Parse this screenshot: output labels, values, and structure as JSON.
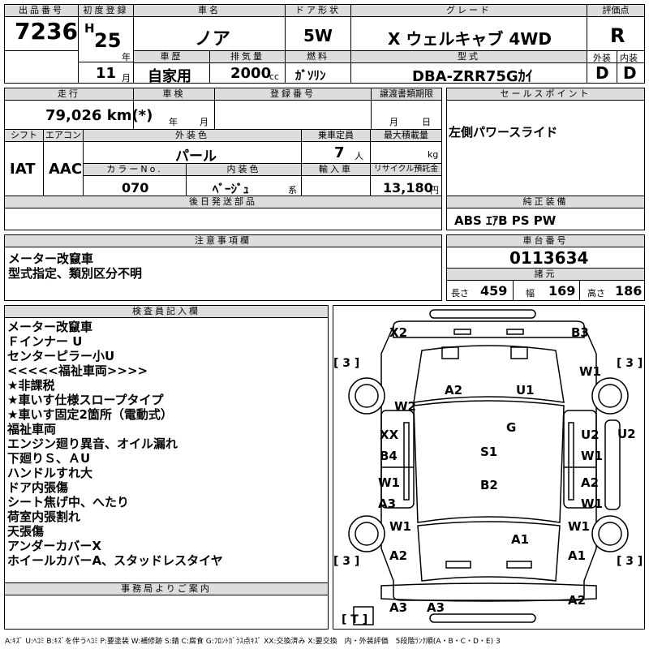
{
  "header": {
    "lot_label": "出品番号",
    "lot": "7236",
    "first_reg_label": "初度登録",
    "era": "H",
    "year": "25",
    "year_unit": "年",
    "month": "11",
    "month_unit": "月",
    "carname_label": "車名",
    "carname": "ノア",
    "doors_label": "ドア形状",
    "doors": "5W",
    "grade_label": "グレード",
    "grade": "X ウェルキャブ 4WD",
    "history_label": "車歴",
    "history": "自家用",
    "displacement_label": "排気量",
    "displacement": "2000",
    "cc": "cc",
    "fuel_label": "燃料",
    "fuel": "ｶﾞｿﾘﾝ",
    "model_label": "型式",
    "model": "DBA-ZRR75Gｶｲ",
    "score_label": "評価点",
    "score": "R",
    "ext_label": "外装",
    "ext": "D",
    "int_label": "内装",
    "int": "D"
  },
  "details": {
    "mileage_label": "走行",
    "mileage": "79,026 km(*)",
    "inspection_label": "車検",
    "insp_year": "年",
    "insp_month": "月",
    "regno_label": "登録番号",
    "transfer_label": "譲渡書類期限",
    "transfer_month": "月",
    "transfer_day": "日",
    "shift_label": "シフト",
    "shift": "IAT",
    "ac_label": "エアコン",
    "ac": "AAC",
    "color_label": "外装色",
    "color": "パール",
    "capacity_label": "乗車定員",
    "capacity": "7",
    "capacity_unit": "人",
    "maxload_label": "最大積載量",
    "maxload_unit": "kg",
    "colorno_label": "カラーNo.",
    "colorno": "070",
    "interior_label": "内装色",
    "interior": "ﾍﾞｰｼﾞｭ",
    "interior_unit": "系",
    "import_label": "輸入車",
    "recycle_label": "リサイクル預託金",
    "recycle": "13,180",
    "recycle_unit": "円",
    "later_label": "後日発送部品",
    "sales_label": "セールスポイント",
    "sales": "左側パワースライド",
    "equip_label": "純正装備",
    "equip": "ABS ｴｱB PS PW"
  },
  "caution": {
    "label": "注意事項欄",
    "lines": [
      "メーター改竄車",
      "型式指定、類別区分不明"
    ]
  },
  "chassis": {
    "label": "車台番号",
    "number": "0113634",
    "spec_label": "諸元",
    "length_label": "長さ",
    "length": "459",
    "width_label": "幅",
    "width": "169",
    "height_label": "高さ",
    "height": "186"
  },
  "inspector": {
    "label": "検査員記入欄",
    "lines": [
      "メーター改竄車",
      "Ｆインナー U",
      "センターピラー小U",
      "<<<<<福祉車両>>>>",
      "★非課税",
      "★車いす仕様スロープタイプ",
      "★車いす固定2箇所（電動式）",
      "福祉車両",
      "エンジン廻り異音、オイル漏れ",
      "下廻りＳ、ＡU",
      "ハンドルすれ大",
      "ドア内張傷",
      "シート焦げ中、へたり",
      "荷室内張割れ",
      "天張傷",
      "アンダーカバーX",
      "ホイールカバーA、スタッドレスタイヤ"
    ]
  },
  "office": {
    "label": "事務局よりご案内"
  },
  "diagram": {
    "marks": [
      "X2",
      "B3",
      "W1",
      "W2",
      "A2",
      "U1",
      "G",
      "XX",
      "B4",
      "U2",
      "W1",
      "S1",
      "U2",
      "W1",
      "B2",
      "A2",
      "W1",
      "A3",
      "W1",
      "A3",
      "W1",
      "A1",
      "A2",
      "A1",
      "A3",
      "A2"
    ],
    "tires": [
      "[ 3 ]",
      "[ 3 ]",
      "[ 3 ]",
      "[ 3 ]",
      "[ T ]"
    ]
  },
  "legend": "A:ｷｽﾞ U:ﾍｺﾐ B:ｷｽﾞを伴うﾍｺﾐ P:要塗装 W:補修跡 S:錆 C:腐食 G:ﾌﾛﾝﾄｶﾞﾗｽ点ｷｽﾞ XX:交換済み X:要交換　内・外装評価　5段階ﾗﾝｸ順(A・B・C・D・E) 3"
}
